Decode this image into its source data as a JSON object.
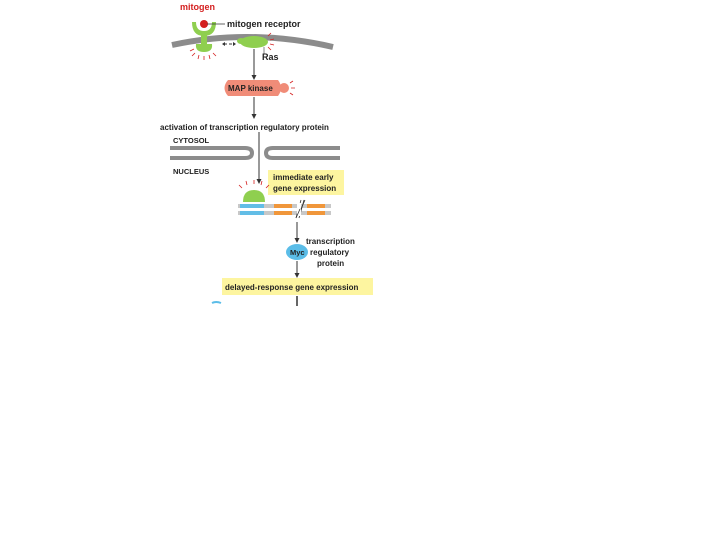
{
  "diagram": {
    "labels": {
      "mitogen": "mitogen",
      "mitogen_receptor": "mitogen receptor",
      "ras": "Ras",
      "map_kinase": "MAP kinase",
      "activation": "activation of transcription regulatory protein",
      "cytosol": "CYTOSOL",
      "nucleus": "NUCLEUS",
      "immediate_line1": "immediate early",
      "immediate_line2": "gene expression",
      "myc": "Myc",
      "tf_line1": "transcription",
      "tf_line2": "regulatory",
      "tf_line3": "protein",
      "delayed": "delayed-response gene expression"
    },
    "colors": {
      "membrane": "#8c8c8c",
      "receptor": "#8fcf4f",
      "mitogen": "#d42020",
      "map_kinase": "#f08c78",
      "highlight_box": "#fdf5a0",
      "myc": "#5bbde8",
      "dna_blue": "#62bde6",
      "dna_orange": "#f0963a",
      "dna_gray": "#c8c8c8",
      "arrow": "#333333"
    }
  }
}
